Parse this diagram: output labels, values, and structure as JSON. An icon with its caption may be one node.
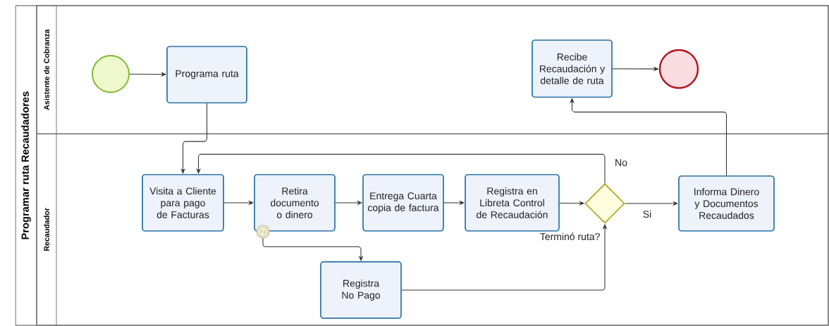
{
  "diagram": {
    "nodes": [
      {
        "text": [
          "Programar ruta Recaudadores"
        ]
      },
      {
        "text": [
          "Asistente de Cobranza"
        ],
        "in": 0
      },
      {
        "text": [
          "Recaudador"
        ],
        "in": 0
      },
      {
        "text": [],
        "shape": "circle",
        "in": 1
      },
      {
        "text": [
          "Programa ruta"
        ],
        "in": 1
      },
      {
        "text": [
          "Recibe Recaudación y detalle de ruta"
        ],
        "in": 1
      },
      {
        "text": [],
        "shape": "circle",
        "in": 1
      },
      {
        "text": [
          "Visita a Cliente para pago de Facturas"
        ],
        "in": 2
      },
      {
        "text": [
          "Retira documento o dinero"
        ],
        "in": 2
      },
      {
        "text": [
          "Entrega Cuarta copia de factura"
        ],
        "in": 2
      },
      {
        "text": [
          "Registra en Libreta Control de Recaudación"
        ],
        "in": 2
      },
      {
        "text": [
          "Terminó ruta?"
        ],
        "in": 2
      },
      {
        "text": [
          "Informa Dinero y Documentos Recaudados"
        ],
        "in": 2
      },
      {
        "text": [
          "Registra No Pago"
        ],
        "in": 2
      },
      {
        "text": [],
        "shape": "circle",
        "in": 2
      }
    ],
    "edges": [
      {
        "from": 3,
        "to": 4,
        "arrow": "to"
      },
      {
        "from": 4,
        "to": 7,
        "arrow": "to"
      },
      {
        "from": 7,
        "to": 8,
        "arrow": "to"
      },
      {
        "from": 8,
        "to": 9,
        "arrow": "to"
      },
      {
        "from": 9,
        "to": 10,
        "arrow": "to"
      },
      {
        "from": 10,
        "to": 11,
        "arrow": "to"
      },
      {
        "from": 11,
        "to": 12,
        "arrow": "to",
        "label": "Si"
      },
      {
        "from": 11,
        "to": 7,
        "arrow": "to",
        "label": "No"
      },
      {
        "from": 12,
        "to": 5,
        "arrow": "to"
      },
      {
        "from": 5,
        "to": 6,
        "arrow": "to"
      },
      {
        "from": 14,
        "to": 13,
        "arrow": "to"
      },
      {
        "from": 13,
        "to": 11,
        "arrow": "to"
      }
    ]
  }
}
